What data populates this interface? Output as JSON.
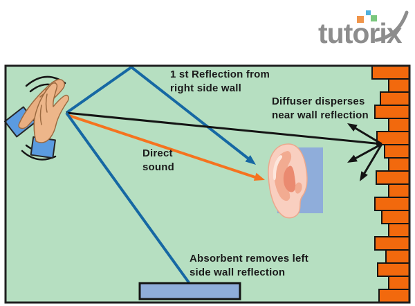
{
  "logo": {
    "text": "tutorix",
    "colors": {
      "word": "#8d8d8d",
      "square_orange": "#f0954a",
      "square_blue": "#4fb0dd",
      "square_green": "#7ac77d"
    }
  },
  "scene": {
    "labels": {
      "first_reflection_line1": "1 st Reflection from",
      "first_reflection_line2": "right side wall",
      "diffuser_line1": "Diffuser disperses",
      "diffuser_line2": "near wall reflection",
      "direct_line1": "Direct",
      "direct_line2": "sound",
      "absorbent_line1": "Absorbent removes left",
      "absorbent_line2": "side wall reflection"
    },
    "colors": {
      "room_fill": "#b6dfc1",
      "room_border": "#1f1f1f",
      "reflected_ray": "#1668a3",
      "direct_ray": "#f5731f",
      "diffused_ray": "#141414",
      "brick_fill": "#f2690d",
      "brick_border": "#141414",
      "panel_fill": "#8fadda",
      "label_text": "#1b1b1b"
    },
    "icons": {
      "hands": "clapping-hands-icon",
      "ear": "ear-icon",
      "diffuser_wall": "brick-diffuser-wall-icon",
      "absorbent_panel": "absorbent-panel-icon"
    }
  }
}
